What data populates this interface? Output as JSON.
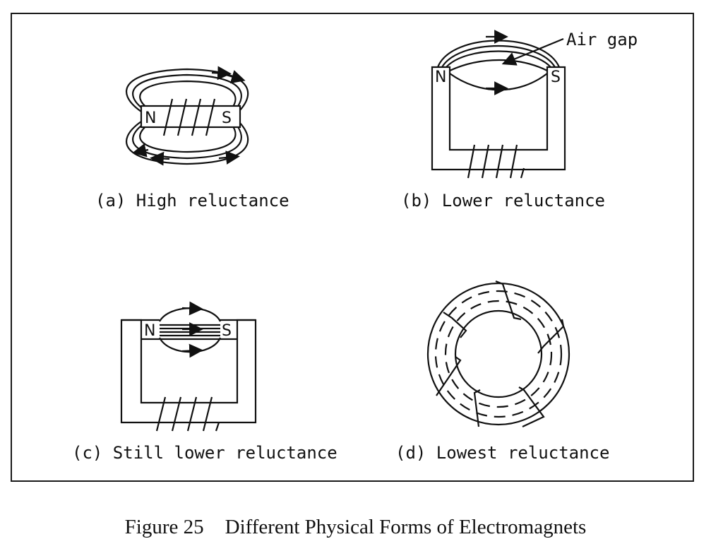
{
  "panels": {
    "a": {
      "label": "(a) High reluctance",
      "pole_north": "N",
      "pole_south": "S"
    },
    "b": {
      "label": "(b) Lower reluctance",
      "pole_north": "N",
      "pole_south": "S",
      "callout": "Air gap"
    },
    "c": {
      "label": "(c) Still lower reluctance",
      "pole_north": "N",
      "pole_south": "S"
    },
    "d": {
      "label": "(d) Lowest reluctance"
    }
  },
  "caption": {
    "number": "Figure 25",
    "title": "Different Physical Forms of Electromagnets"
  },
  "colors": {
    "ink": "#111111",
    "background": "#ffffff"
  }
}
